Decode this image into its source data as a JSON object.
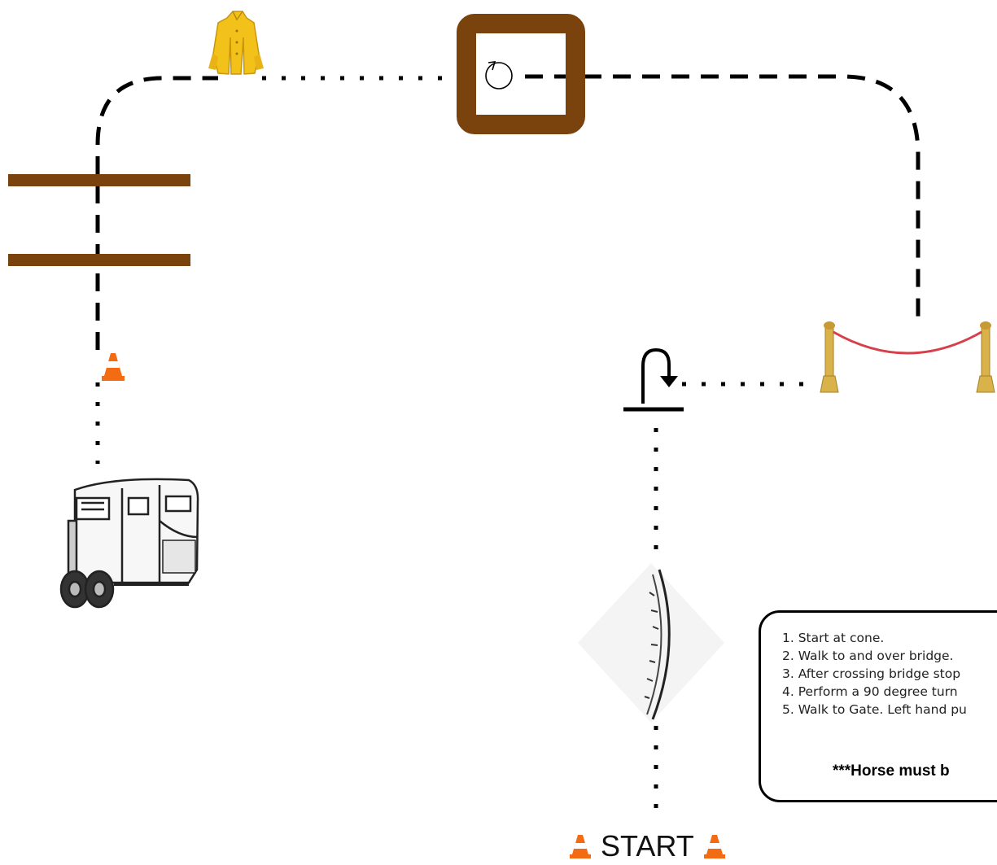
{
  "instructions": {
    "steps": [
      "1. Start at cone.",
      "2. Walk to and over bridge.",
      "3. After crossing bridge stop",
      "4. Perform a 90 degree turn",
      "5. Walk to Gate. Left hand pu"
    ],
    "warning": "***Horse must b"
  },
  "start_label": "START",
  "colors": {
    "pole": "#7a420c",
    "cone": "#f36b12",
    "rope": "#d6404a",
    "raincoat": "#f2c21b",
    "post": "#d9b24a"
  },
  "icons": [
    "traffic-cone-icon",
    "raincoat-icon",
    "rotate-box-icon",
    "ground-poles-icon",
    "horse-trailer-icon",
    "rope-gate-icon",
    "backup-turn-icon",
    "bridge-icon"
  ]
}
